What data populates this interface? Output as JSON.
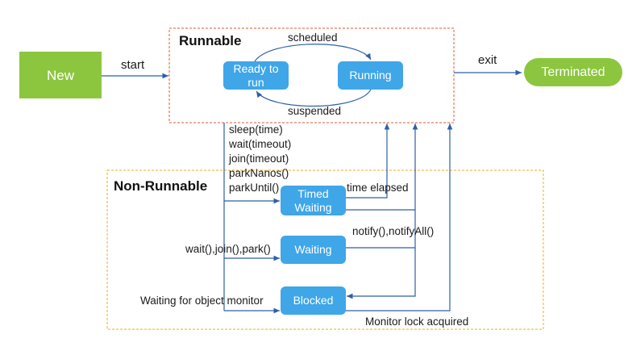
{
  "states": {
    "new": "New",
    "ready": "Ready to run",
    "running": "Running",
    "terminated": "Terminated",
    "timed_waiting": "Timed Waiting",
    "waiting": "Waiting",
    "blocked": "Blocked"
  },
  "groups": {
    "runnable": "Runnable",
    "non_runnable": "Non-Runnable"
  },
  "transitions": {
    "start": "start",
    "exit": "exit",
    "scheduled": "scheduled",
    "suspended": "suspended",
    "timed_calls": [
      "sleep(time)",
      "wait(timeout)",
      "join(timeout)",
      "parkNanos()",
      "parkUntil()"
    ],
    "time_elapsed": "time elapsed",
    "wait_calls": "wait(),join(),park()",
    "notify": "notify(),notifyAll()",
    "monitor_wait": "Waiting for object monitor",
    "monitor_acquired": "Monitor lock acquired"
  },
  "colors": {
    "new": "#8cc63f",
    "terminated": "#8cc63f",
    "state_blue": "#3fa6e8",
    "runnable_border": "#e05a3a",
    "non_runnable_border": "#e8b020",
    "arrow": "#2e5fa8"
  }
}
